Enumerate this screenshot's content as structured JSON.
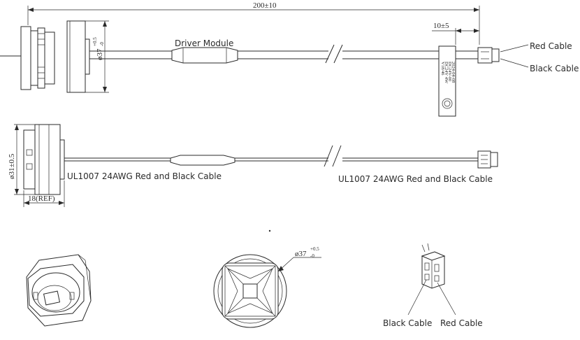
{
  "dimensions": {
    "overall_length": "200±10",
    "connector_length": "10±5",
    "diameter_top": "ø37",
    "diameter_top_tol_upper": "+0.5",
    "diameter_top_tol_lower": "-0",
    "diameter_side": "ø31±0.5",
    "depth_ref": "18(REF)",
    "diameter_front": "ø37",
    "diameter_front_tol_upper": "+0.5",
    "diameter_front_tol_lower": "-0"
  },
  "labels": {
    "driver_module": "Driver Module",
    "red_cable_top": "Red Cable",
    "black_cable_top": "Black Cable",
    "cable_spec_left": "UL1007 24AWG Red and Black Cable",
    "cable_spec_right": "UL1007 24AWG Red and Black Cable",
    "black_cable_bottom": "Black Cable",
    "red_cable_bottom": "Red Cable"
  },
  "tag_lines": [
    "V18/46",
    "DC24V 4W",
    "DC24V-00",
    "2024-04-08"
  ]
}
